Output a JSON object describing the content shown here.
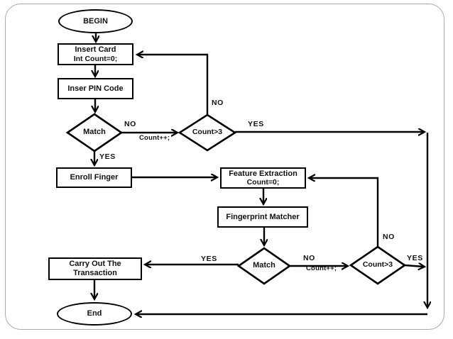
{
  "nodes": {
    "begin": {
      "label": "BEGIN"
    },
    "insert_card": {
      "line1": "Insert Card",
      "line2": "Int Count=0;"
    },
    "pin": {
      "label": "Inser PIN Code"
    },
    "match1": {
      "label": "Match"
    },
    "count1": {
      "label": "Count>3"
    },
    "enroll": {
      "label": "Enroll Finger"
    },
    "feature": {
      "line1": "Feature Extraction",
      "line2": "Count=0;"
    },
    "matcher": {
      "label": "Fingerprint Matcher"
    },
    "match2": {
      "label": "Match"
    },
    "count2": {
      "label": "Count>3"
    },
    "carry": {
      "line1": "Carry Out The",
      "line2": "Transaction"
    },
    "end": {
      "label": "End"
    }
  },
  "edge_labels": {
    "match1_no": "NO",
    "match1_no_action": "Count++;",
    "match1_yes": "YES",
    "count1_no": "NO",
    "count1_yes": "YES",
    "match2_no": "NO",
    "match2_no_action": "Count++;",
    "match2_yes": "YES",
    "count2_no": "NO",
    "count2_yes": "YES"
  },
  "colors": {
    "line": "#000000",
    "text": "#111111",
    "slide_border": "#a9a9a9",
    "background": "#ffffff"
  }
}
